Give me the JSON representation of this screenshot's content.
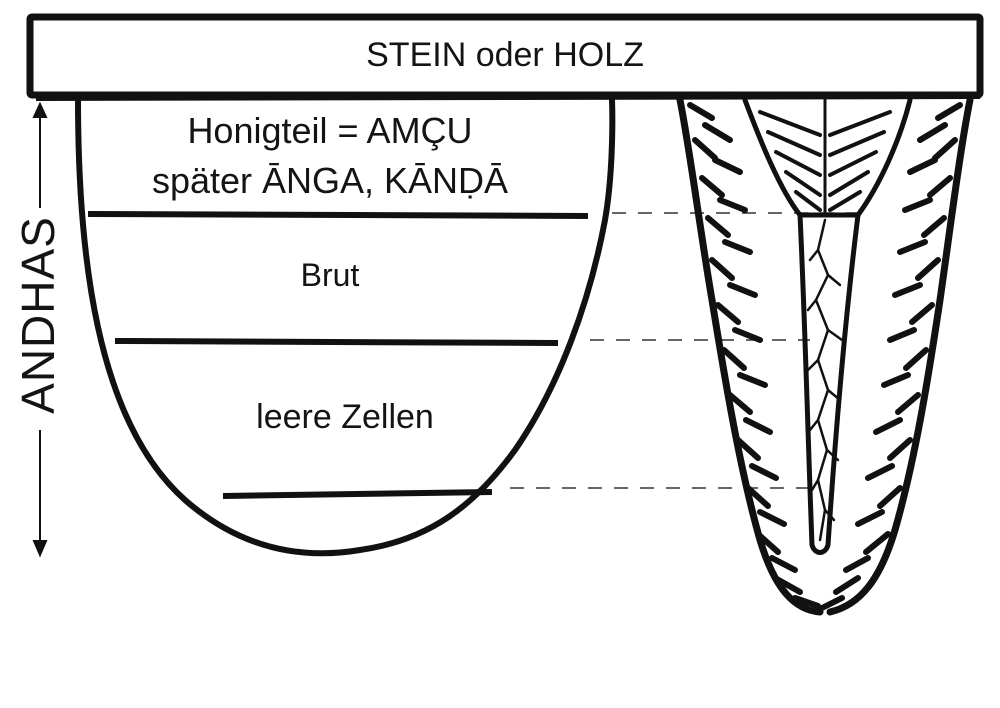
{
  "diagram": {
    "board_label": "STEIN oder HOLZ",
    "hive_label_line1": "Honigteil = AMÇU",
    "hive_label_line2": "später ĀNGA, KĀNḌĀ",
    "zone_brood": "Brut",
    "zone_empty": "leere Zellen",
    "height_label": "ANDHAS",
    "colors": {
      "ink": "#111111",
      "paper": "#ffffff"
    }
  }
}
